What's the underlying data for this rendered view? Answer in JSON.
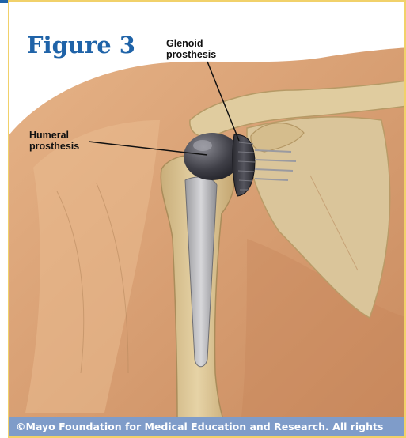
{
  "figure": {
    "title": "Figure 3",
    "callouts": {
      "glenoid": "Glenoid\nprosthesis",
      "humeral": "Humeral\nprosthesis"
    },
    "credit": "©Mayo Foundation for Medical Education and Research.  All rights"
  },
  "colors": {
    "title": "#1f63a8",
    "frame_border": "#f1d16a",
    "credit_bar": "#7f9cc9",
    "skin": "#d9a071",
    "bone": "#d9c493",
    "implant": "#3c3c44"
  }
}
